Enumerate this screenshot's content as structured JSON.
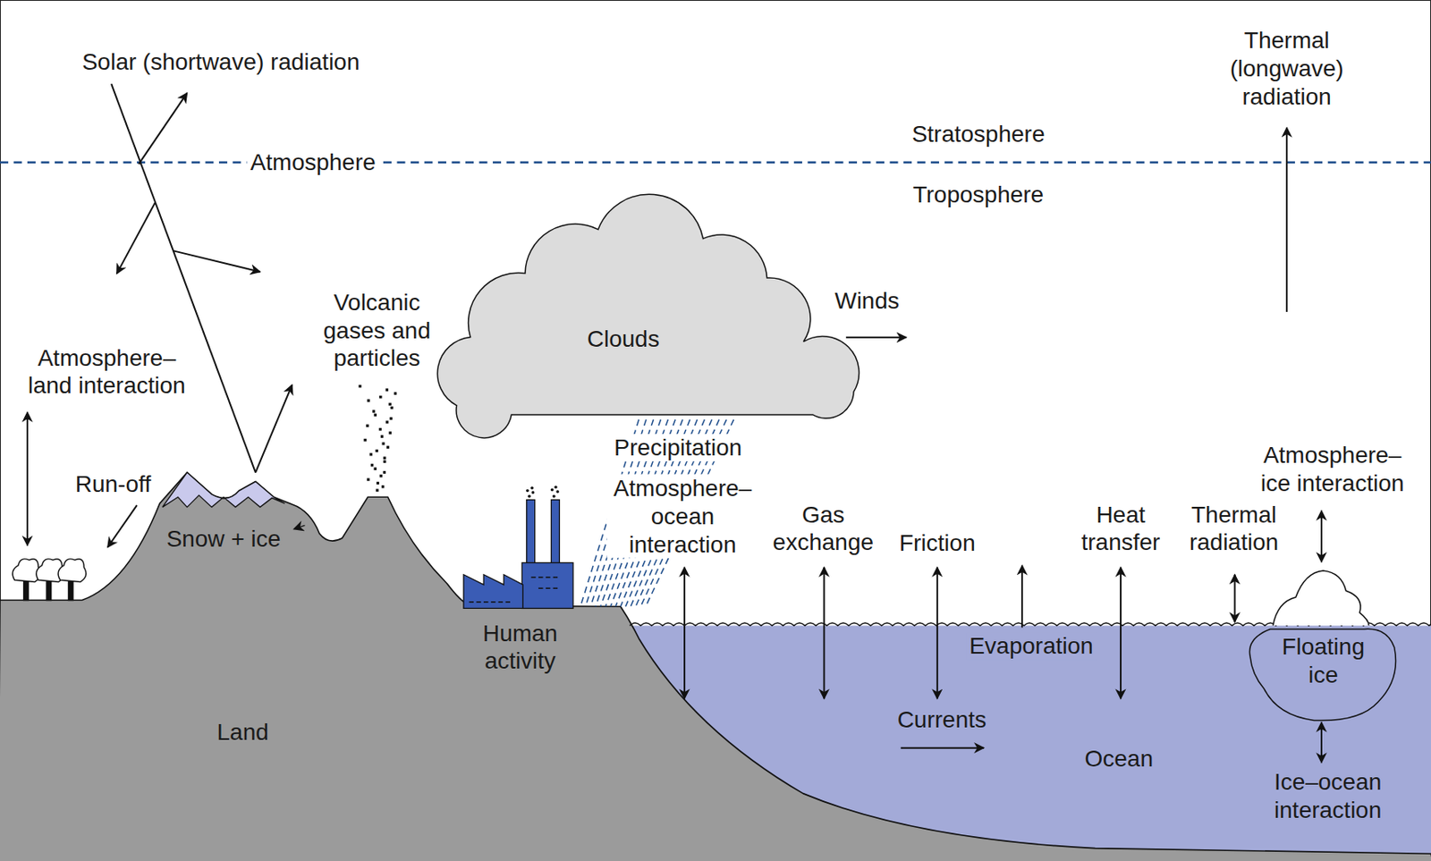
{
  "diagram": {
    "nodes": [
      {
        "text": [
          "Clouds"
        ]
      },
      {
        "text": [
          "Land"
        ]
      },
      {
        "text": [
          "Ocean"
        ]
      },
      {
        "text": [
          "Floating ice"
        ]
      }
    ],
    "labels": [
      "Solar (shortwave) radiation",
      "Atmosphere",
      "Stratosphere",
      "Troposphere",
      "Thermal (longwave) radiation",
      "Volcanic gases and particles",
      "Winds",
      "Atmosphere– land interaction",
      "Run-off",
      "Snow + ice",
      "Precipitation",
      "Atmosphere– ocean interaction",
      "Gas exchange",
      "Friction",
      "Heat transfer",
      "Thermal radiation",
      "Atmosphere– ice interaction",
      "Human activity",
      "Evaporation",
      "Currents",
      "Ice–ocean interaction"
    ]
  }
}
